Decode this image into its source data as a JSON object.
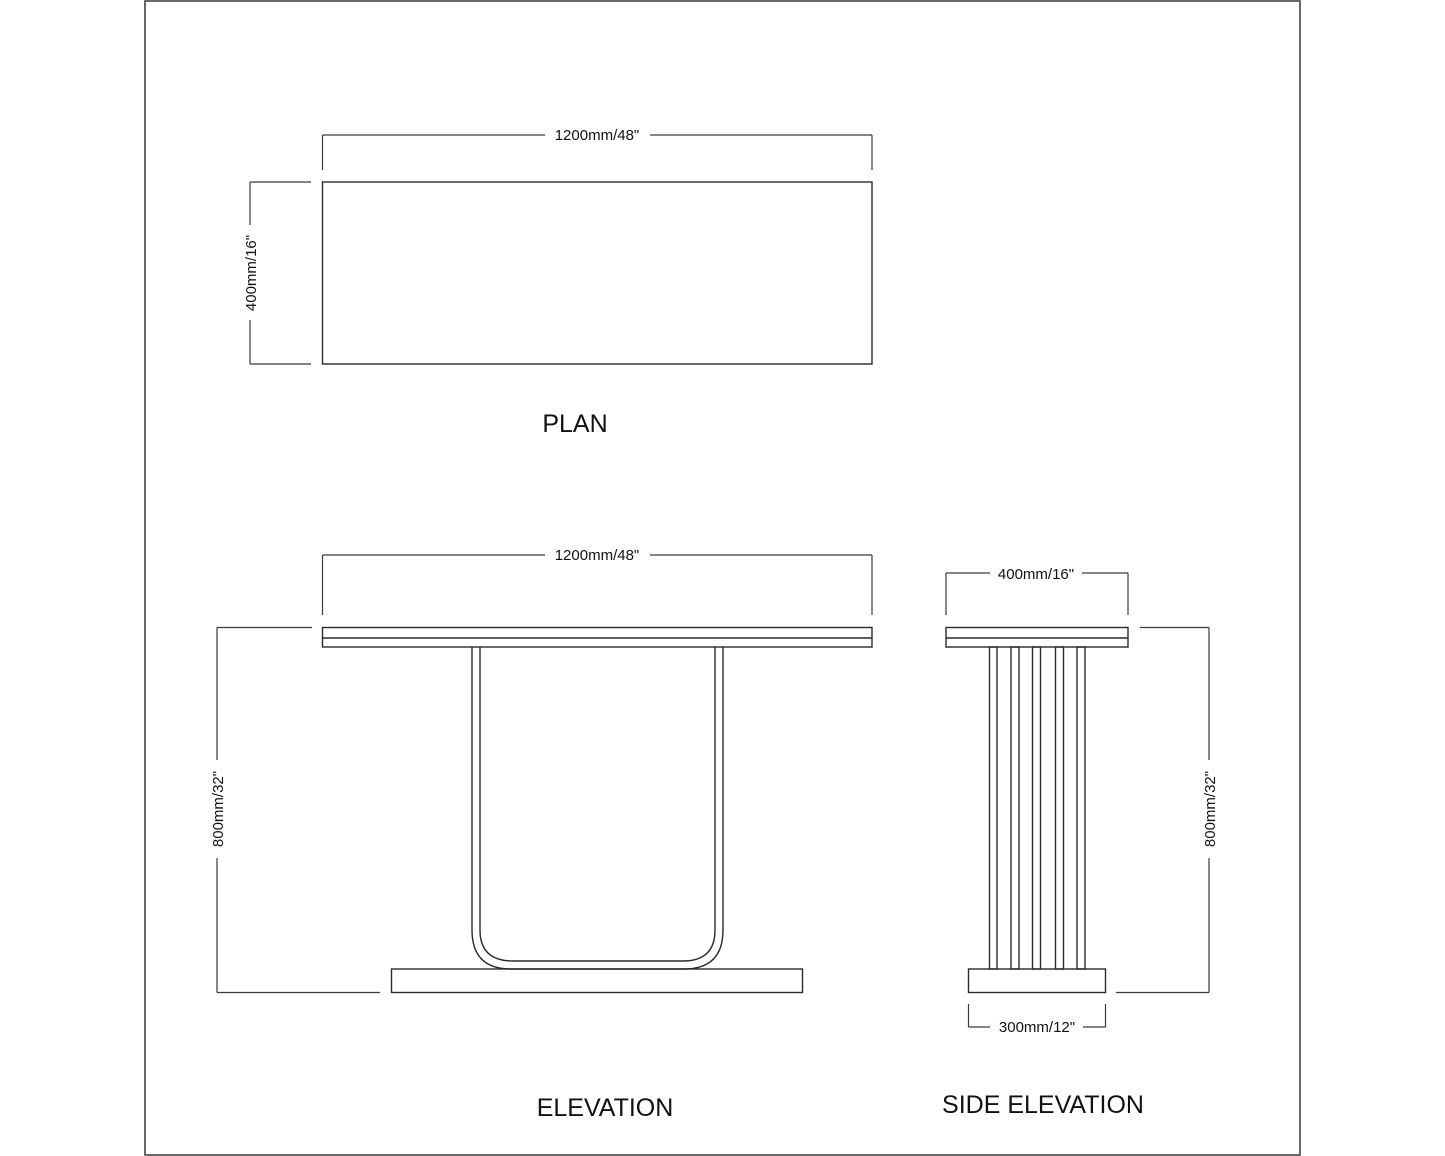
{
  "drawing": {
    "views": {
      "plan": {
        "title": "PLAN",
        "width_dim": "1200mm/48\"",
        "depth_dim": "400mm/16\""
      },
      "elevation": {
        "title": "ELEVATION",
        "width_dim": "1200mm/48\"",
        "height_dim": "800mm/32\""
      },
      "side_elevation": {
        "title": "SIDE ELEVATION",
        "top_width_dim": "400mm/16\"",
        "height_dim": "800mm/32\"",
        "base_width_dim": "300mm/12\"",
        "slat_count": 5
      }
    },
    "colors": {
      "line": "#2a2a2a",
      "background": "#ffffff"
    }
  }
}
